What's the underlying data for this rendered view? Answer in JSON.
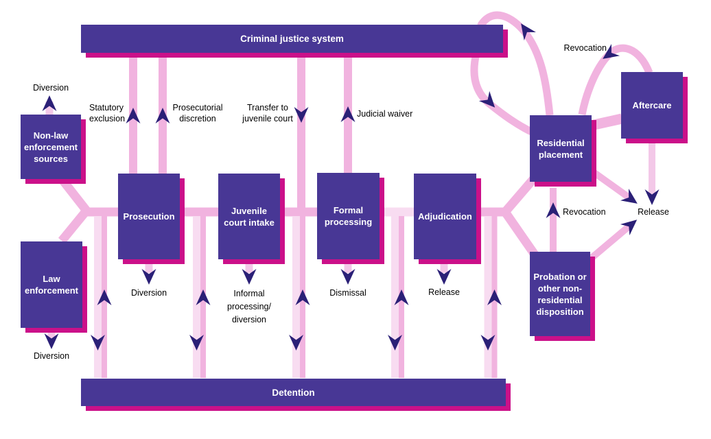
{
  "nodes": {
    "criminal_justice_system": "Criminal justice system",
    "non_law_enforcement_sources": "Non-law\nenforcement\nsources",
    "law_enforcement": "Law\nenforcement",
    "prosecution": "Prosecution",
    "juvenile_court_intake": "Juvenile\ncourt intake",
    "formal_processing": "Formal\nprocessing",
    "adjudication": "Adjudication",
    "detention": "Detention",
    "residential_placement": "Residential\nplacement",
    "aftercare": "Aftercare",
    "probation": "Probation or\nother non-\nresidential\ndisposition"
  },
  "flow_labels": {
    "diversion_top": "Diversion",
    "statutory_exclusion": "Statutory\nexclusion",
    "prosecutorial_discretion": "Prosecutorial\ndiscretion",
    "transfer_to_juvenile_court": "Transfer to\njuvenile court",
    "judicial_waiver": "Judicial waiver",
    "revocation_aftercare": "Revocation",
    "diversion_law_enforcement": "Diversion",
    "diversion_prosecution": "Diversion",
    "informal_processing": "Informal\nprocessing/\ndiversion",
    "dismissal": "Dismissal",
    "release_adjudication": "Release",
    "revocation_probation": "Revocation",
    "release_right": "Release"
  },
  "colors": {
    "node_fill": "#483795",
    "node_shadow": "#CB1089",
    "flow_medium": "#F1B3DF",
    "flow_light": "#F8DCF1",
    "flow_soft": "#F3C8E8",
    "arrowhead": "#2B2077",
    "node_text": "#FFFFFF",
    "label_text": "#000000"
  }
}
